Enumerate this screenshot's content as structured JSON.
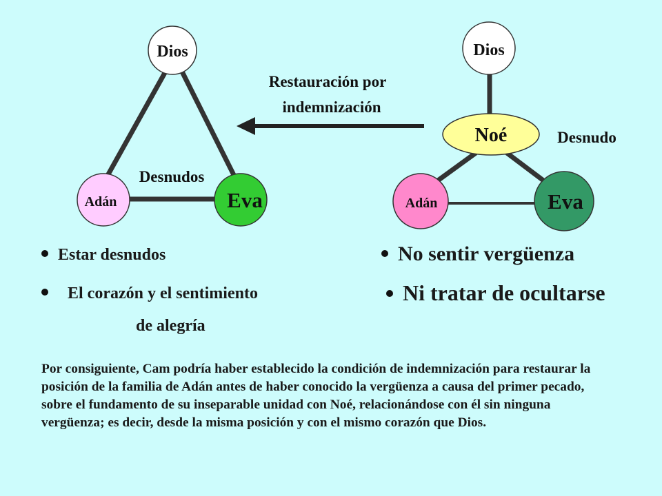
{
  "left_diagram": {
    "top_node": "Dios",
    "bottom_left_node": "Adán",
    "bottom_right_node": "Eva",
    "center_label": "Desnudos"
  },
  "right_diagram": {
    "top_node": "Dios",
    "middle_node": "Noé",
    "bottom_left_node": "Adán",
    "bottom_right_node": "Eva",
    "side_label": "Desnudo"
  },
  "arrow_label": {
    "line1": "Restauración por",
    "line2": "indemnización"
  },
  "left_bullets": {
    "item1": "Estar desnudos",
    "item2_line1": "El corazón y el sentimiento",
    "item2_line2": "de alegría"
  },
  "right_bullets": {
    "item1": "No sentir vergüenza",
    "item2": "Ni tratar de ocultarse"
  },
  "paragraph": "Por consiguiente, Cam podría haber establecido la condición de indemnización para restaurar la posición de la familia de Adán antes de haber conocido la vergüenza a causa del primer pecado, sobre el fundamento de su inseparable unidad con Noé, relacionándose con él sin ninguna vergüenza; es decir, desde la misma posición y con el mismo corazón que Dios.",
  "colors": {
    "background": "#cdfcfc",
    "dios": "#ffffff",
    "adan_left": "#ffccff",
    "eva_left": "#33cc33",
    "noe": "#ffff99",
    "adan_right": "#ff88cc",
    "eva_right": "#339966",
    "lines": "#333333"
  }
}
